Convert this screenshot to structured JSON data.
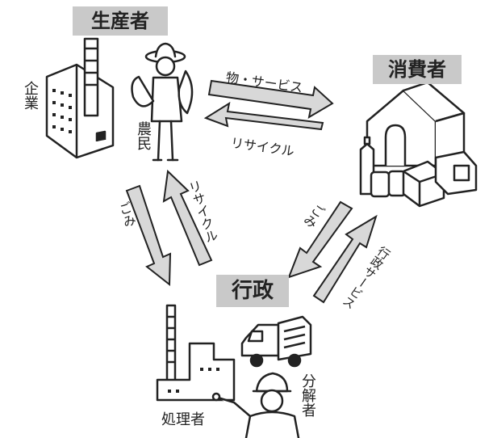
{
  "nodes": {
    "producer": {
      "title": "生産者",
      "company_label": "企業",
      "farmer_label": "農民"
    },
    "consumer": {
      "title": "消費者"
    },
    "government": {
      "title": "行政",
      "processor_label": "処理者",
      "decomposer_label": "分解者"
    }
  },
  "arrows": {
    "producer_to_consumer": "物・サービス",
    "consumer_to_producer": "リサイクル",
    "producer_to_government": "ごみ",
    "government_to_producer": "リサイクル",
    "consumer_to_government": "ごみ",
    "government_to_consumer": "行政サービス"
  },
  "colors": {
    "label_bg": "#c9c9c9",
    "arrow_fill": "#d8d8d8",
    "ink": "#222222"
  }
}
